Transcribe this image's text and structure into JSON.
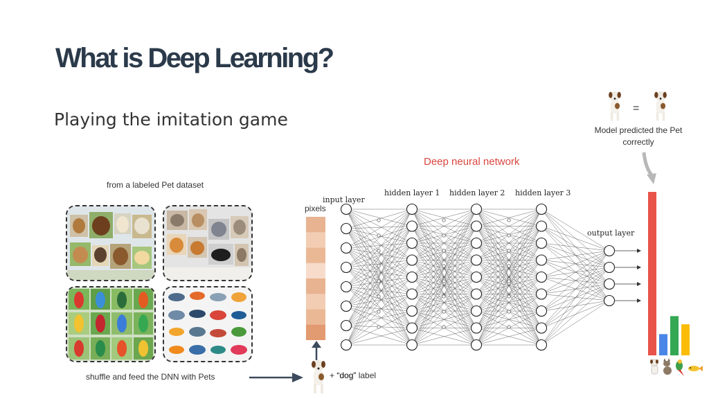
{
  "slide": {
    "title": "What is Deep Learning?",
    "subtitle": "Playing the imitation game"
  },
  "dataset": {
    "caption": "from a labeled Pet dataset",
    "feed_caption": "shuffle and feed the DNN with Pets",
    "groups": [
      "dogs",
      "cats",
      "parrots",
      "fish"
    ]
  },
  "network": {
    "title": "Deep neural network",
    "input_label": "input layer",
    "hidden_labels": [
      "hidden layer 1",
      "hidden layer 2",
      "hidden layer 3"
    ],
    "output_label": "output layer",
    "pixels_label": "pixels",
    "label_prefix": "+ ",
    "label_word": "“dog”",
    "label_suffix": " label"
  },
  "prediction": {
    "equals": "=",
    "text": "Model predicted the Pet correctly",
    "bars": [
      {
        "name": "dog",
        "value": 1.0,
        "color": "#e8534a"
      },
      {
        "name": "cat",
        "value": 0.13,
        "color": "#4a86e8"
      },
      {
        "name": "parrot",
        "value": 0.24,
        "color": "#34a853"
      },
      {
        "name": "fish",
        "value": 0.19,
        "color": "#fbbc05"
      }
    ]
  },
  "colors": {
    "pixel_strip": [
      "#e8b391",
      "#f3cdb3",
      "#ebb896",
      "#f7dccb",
      "#e8b391",
      "#f3cdb3",
      "#ebb896",
      "#e29a70"
    ],
    "arrow": "#3c4a5c"
  }
}
